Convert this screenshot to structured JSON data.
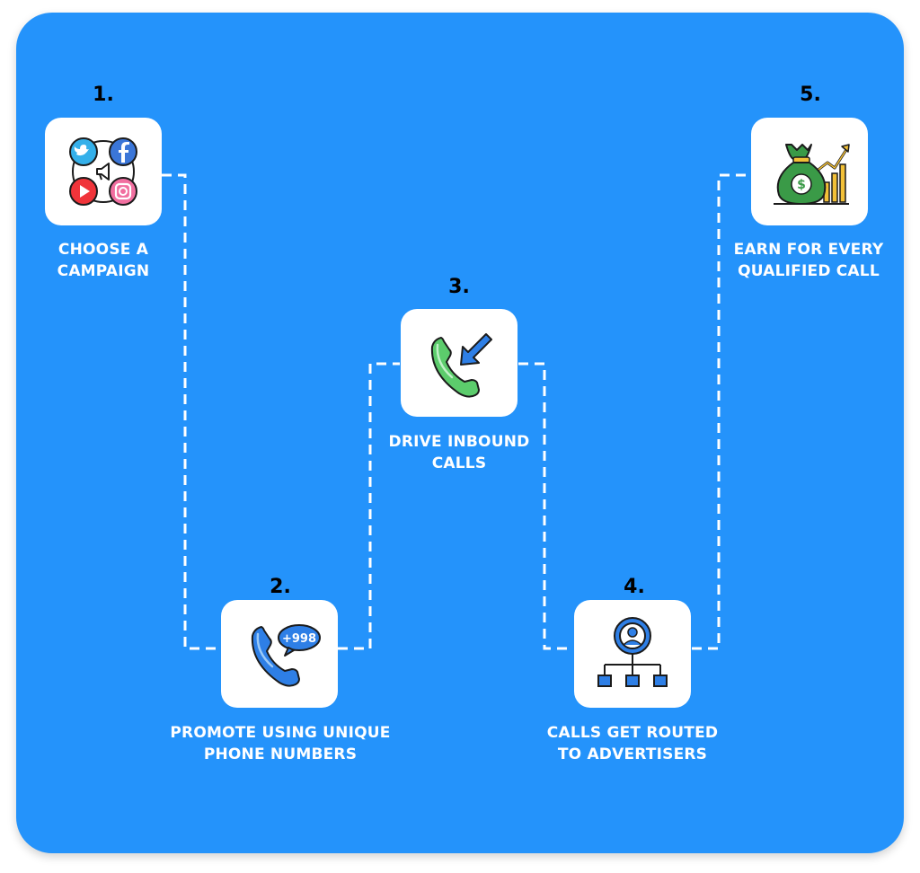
{
  "steps": [
    {
      "number": "1.",
      "label_lines": [
        "CHOOSE A",
        "CAMPAIGN"
      ],
      "icon": "social-media-campaign-icon"
    },
    {
      "number": "2.",
      "label_lines": [
        "PROMOTE USING UNIQUE",
        "PHONE NUMBERS"
      ],
      "icon": "phone-number-icon",
      "badge": "+998"
    },
    {
      "number": "3.",
      "label_lines": [
        "DRIVE INBOUND",
        "CALLS"
      ],
      "icon": "inbound-call-icon"
    },
    {
      "number": "4.",
      "label_lines": [
        "CALLS GET ROUTED",
        "TO ADVERTISERS"
      ],
      "icon": "call-routing-icon"
    },
    {
      "number": "5.",
      "label_lines": [
        "EARN FOR EVERY",
        "QUALIFIED CALL"
      ],
      "icon": "money-bag-growth-icon"
    }
  ],
  "colors": {
    "background": "#2493fb",
    "card": "#ffffff",
    "label_text": "#ffffff",
    "number_text": "#000000",
    "connector": "#ffffff"
  }
}
